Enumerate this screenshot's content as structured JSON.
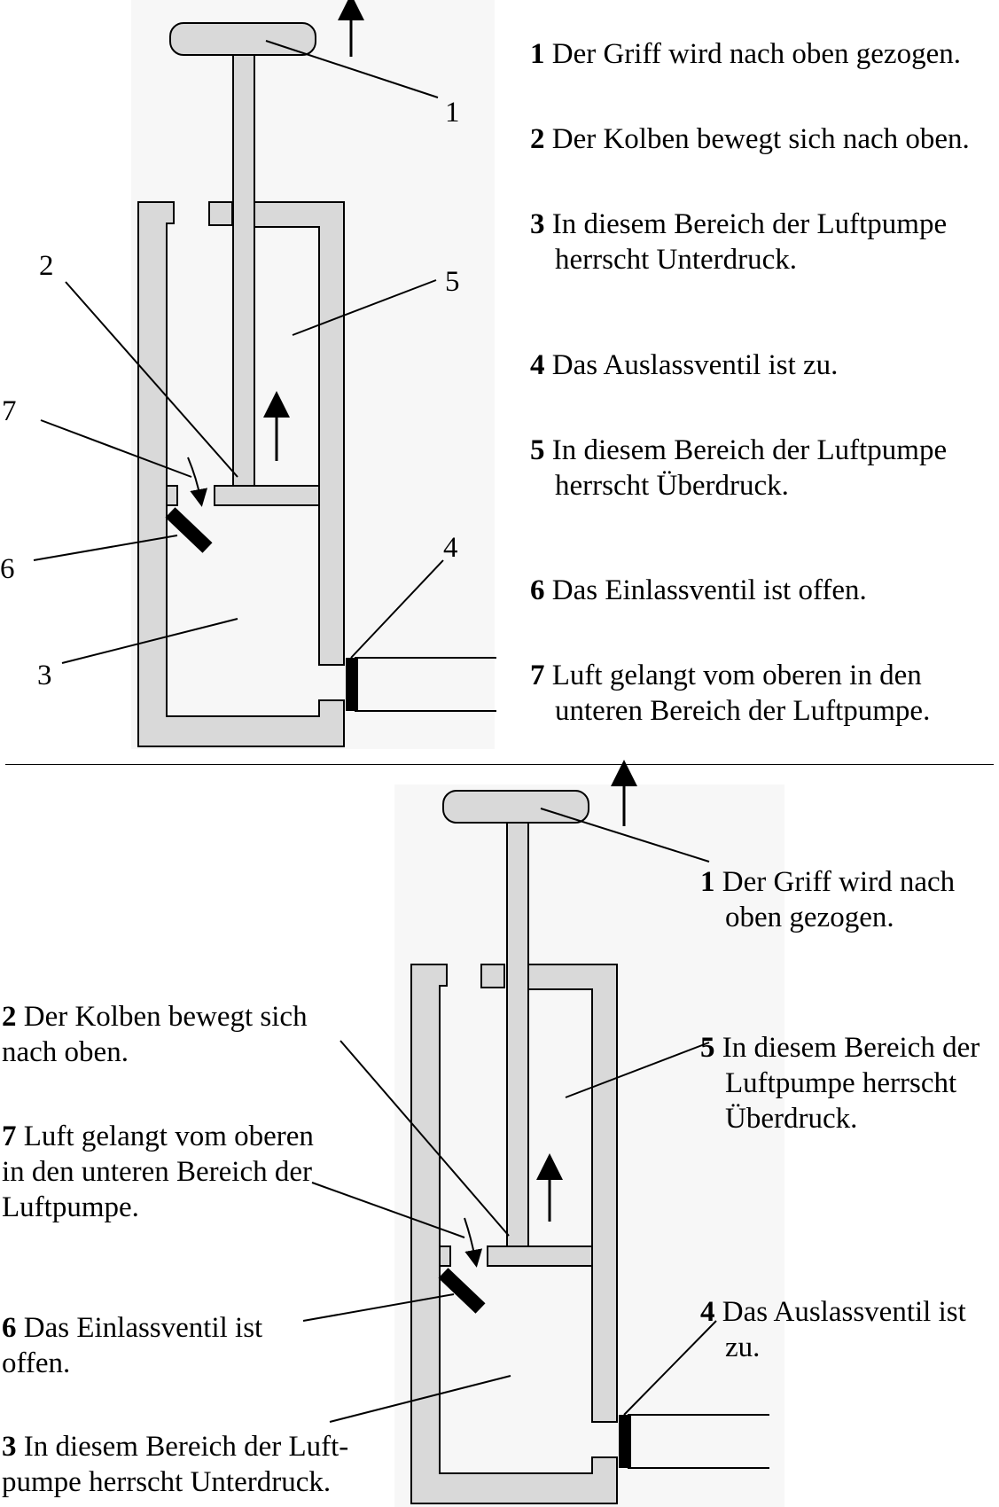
{
  "top_panel": {
    "callout_numbers": [
      "1",
      "2",
      "3",
      "4",
      "5",
      "6",
      "7"
    ],
    "legend": [
      {
        "num": "1",
        "lines": [
          "Der Griff wird nach oben gezogen."
        ]
      },
      {
        "num": "2",
        "lines": [
          "Der Kolben bewegt sich nach oben."
        ]
      },
      {
        "num": "3",
        "lines": [
          "In diesem Bereich der Luftpumpe",
          "herrscht Unterdruck."
        ]
      },
      {
        "num": "4",
        "lines": [
          "Das Auslassventil ist zu."
        ]
      },
      {
        "num": "5",
        "lines": [
          "In diesem Bereich der Luftpumpe",
          "herrscht Überdruck."
        ]
      },
      {
        "num": "6",
        "lines": [
          "Das Einlassventil ist offen."
        ]
      },
      {
        "num": "7",
        "lines": [
          "Luft gelangt vom oberen in den",
          "unteren Bereich der Luftpumpe."
        ]
      }
    ]
  },
  "bottom_panel": {
    "labels": [
      {
        "num": "1",
        "lines": [
          "Der Griff wird nach",
          "oben gezogen."
        ]
      },
      {
        "num": "2",
        "lines": [
          "Der Kolben bewegt sich",
          "nach oben."
        ]
      },
      {
        "num": "7",
        "lines": [
          "Luft gelangt vom oberen",
          "in den unteren Bereich der",
          "Luftpumpe."
        ]
      },
      {
        "num": "5",
        "lines": [
          "In diesem Bereich der",
          "Luftpumpe herrscht",
          "Überdruck."
        ]
      },
      {
        "num": "6",
        "lines": [
          "Das Einlassventil ist",
          "offen."
        ]
      },
      {
        "num": "4",
        "lines": [
          "Das Auslassventil ist",
          "zu."
        ]
      },
      {
        "num": "3",
        "lines": [
          "In diesem Bereich der Luft-",
          "pumpe herrscht Unterdruck."
        ]
      }
    ]
  },
  "colors": {
    "pump_body": "#d9d9d9",
    "valve": "#000000",
    "outline": "#000000"
  }
}
